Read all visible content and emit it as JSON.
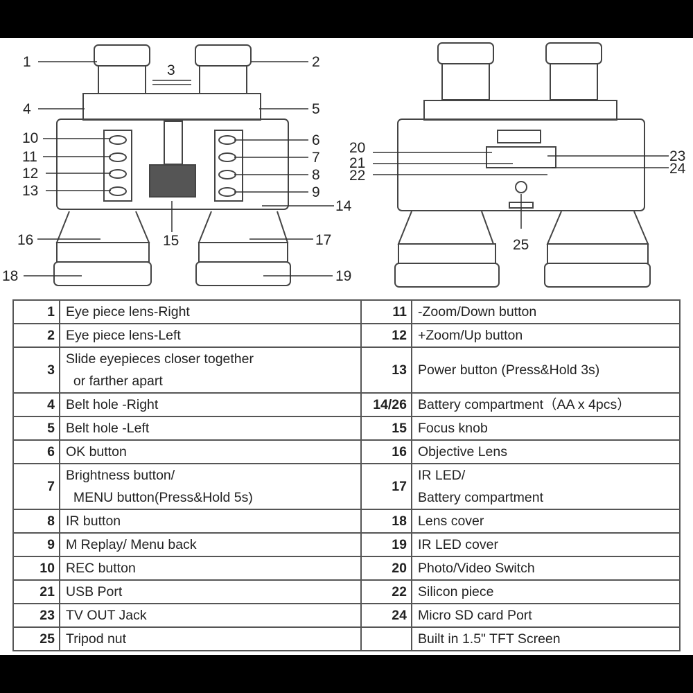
{
  "diagram_labels": {
    "front": [
      "1",
      "2",
      "3",
      "4",
      "5",
      "6",
      "7",
      "8",
      "9",
      "10",
      "11",
      "12",
      "13",
      "14",
      "15",
      "16",
      "17",
      "18",
      "19"
    ],
    "back": [
      "20",
      "21",
      "22",
      "23",
      "24",
      "25"
    ]
  },
  "table": {
    "rows": [
      {
        "left_num": "1",
        "left_text": [
          "Eye piece lens-Right"
        ],
        "right_num": "11",
        "right_text": [
          "-Zoom/Down button"
        ]
      },
      {
        "left_num": "2",
        "left_text": [
          "Eye piece lens-Left"
        ],
        "right_num": "12",
        "right_text": [
          "+Zoom/Up button"
        ]
      },
      {
        "left_num": "3",
        "left_text": [
          "Slide eyepieces closer together",
          "  or farther apart"
        ],
        "right_num": "13",
        "right_text": [
          "Power button (Press&Hold 3s)",
          ""
        ]
      },
      {
        "left_num": "4",
        "left_text": [
          "Belt hole -Right"
        ],
        "right_num": "14/26",
        "right_text": [
          "Battery compartment（AA x 4pcs）"
        ]
      },
      {
        "left_num": "5",
        "left_text": [
          "Belt hole -Left"
        ],
        "right_num": "15",
        "right_text": [
          "Focus knob"
        ]
      },
      {
        "left_num": "6",
        "left_text": [
          "OK button"
        ],
        "right_num": "16",
        "right_text": [
          "Objective Lens"
        ]
      },
      {
        "left_num": "7",
        "left_text": [
          "Brightness button/",
          "  MENU button(Press&Hold 5s)"
        ],
        "right_num": "17",
        "right_text": [
          "IR LED/",
          "Battery compartment"
        ]
      },
      {
        "left_num": "8",
        "left_text": [
          "IR button"
        ],
        "right_num": "18",
        "right_text": [
          "Lens cover"
        ]
      },
      {
        "left_num": "9",
        "left_text": [
          "M Replay/ Menu back"
        ],
        "right_num": "19",
        "right_text": [
          "IR LED cover"
        ]
      },
      {
        "left_num": "10",
        "left_text": [
          "REC button"
        ],
        "right_num": "20",
        "right_text": [
          "Photo/Video Switch"
        ]
      },
      {
        "left_num": "21",
        "left_text": [
          "USB Port"
        ],
        "right_num": "22",
        "right_text": [
          "Silicon piece"
        ]
      },
      {
        "left_num": "23",
        "left_text": [
          "TV OUT Jack"
        ],
        "right_num": "24",
        "right_text": [
          "Micro SD card Port"
        ]
      },
      {
        "left_num": "25",
        "left_text": [
          "Tripod nut"
        ],
        "right_num": "",
        "right_text": [
          "Built in 1.5\" TFT Screen"
        ]
      }
    ]
  }
}
